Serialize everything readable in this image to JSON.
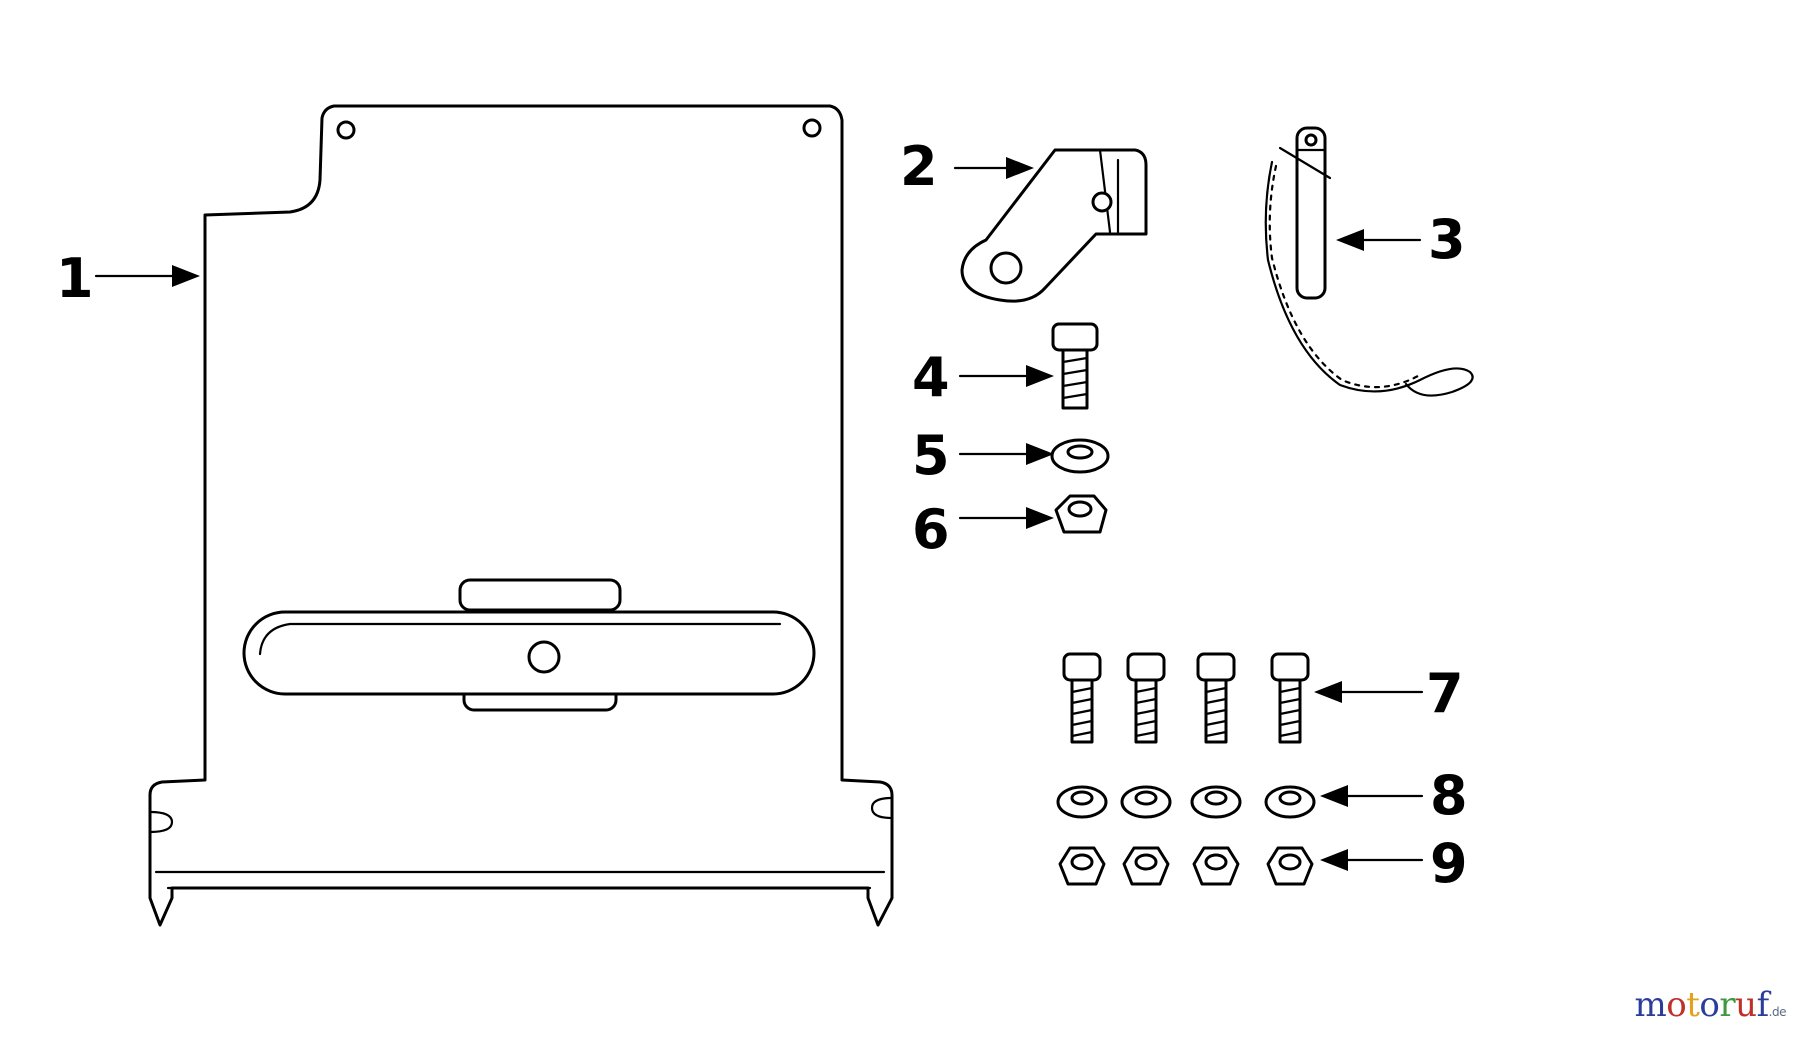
{
  "callouts": [
    {
      "number": "1"
    },
    {
      "number": "2"
    },
    {
      "number": "3"
    },
    {
      "number": "4"
    },
    {
      "number": "5"
    },
    {
      "number": "6"
    },
    {
      "number": "7"
    },
    {
      "number": "8"
    },
    {
      "number": "9"
    }
  ],
  "watermark": {
    "letters": [
      {
        "ch": "m",
        "color": "#2b3d9a"
      },
      {
        "ch": "o",
        "color": "#c0302a"
      },
      {
        "ch": "t",
        "color": "#e2a21e"
      },
      {
        "ch": "o",
        "color": "#2b3d9a"
      },
      {
        "ch": "r",
        "color": "#3c9a3c"
      },
      {
        "ch": "u",
        "color": "#c0302a"
      },
      {
        "ch": "f",
        "color": "#2b3d9a"
      }
    ],
    "suffix": ".de"
  }
}
